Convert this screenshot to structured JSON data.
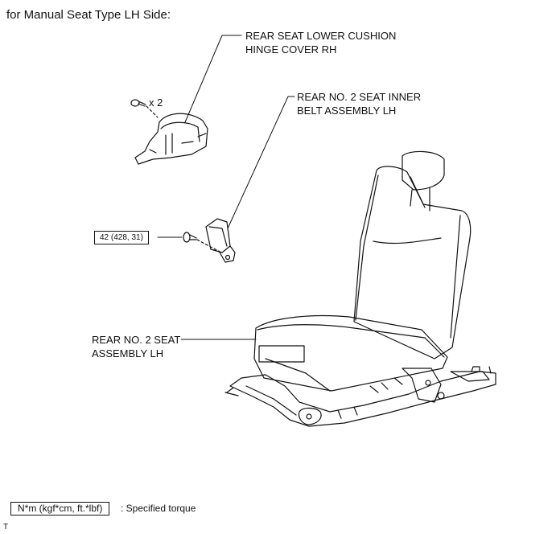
{
  "title": "for Manual Seat Type LH Side:",
  "labels": {
    "cover_line1": "REAR SEAT LOWER CUSHION",
    "cover_line2": "HINGE COVER RH",
    "belt_line1": "REAR NO. 2 SEAT INNER",
    "belt_line2": "BELT ASSEMBLY LH",
    "seat_line1": "REAR NO. 2 SEAT",
    "seat_line2": "ASSEMBLY LH",
    "bolt_qty": "x 2",
    "torque_value": "42 (428, 31)"
  },
  "legend": {
    "box_text": "N*m (kgf*cm, ft.*lbf)",
    "description": ": Specified torque"
  },
  "corner_mark": "T"
}
